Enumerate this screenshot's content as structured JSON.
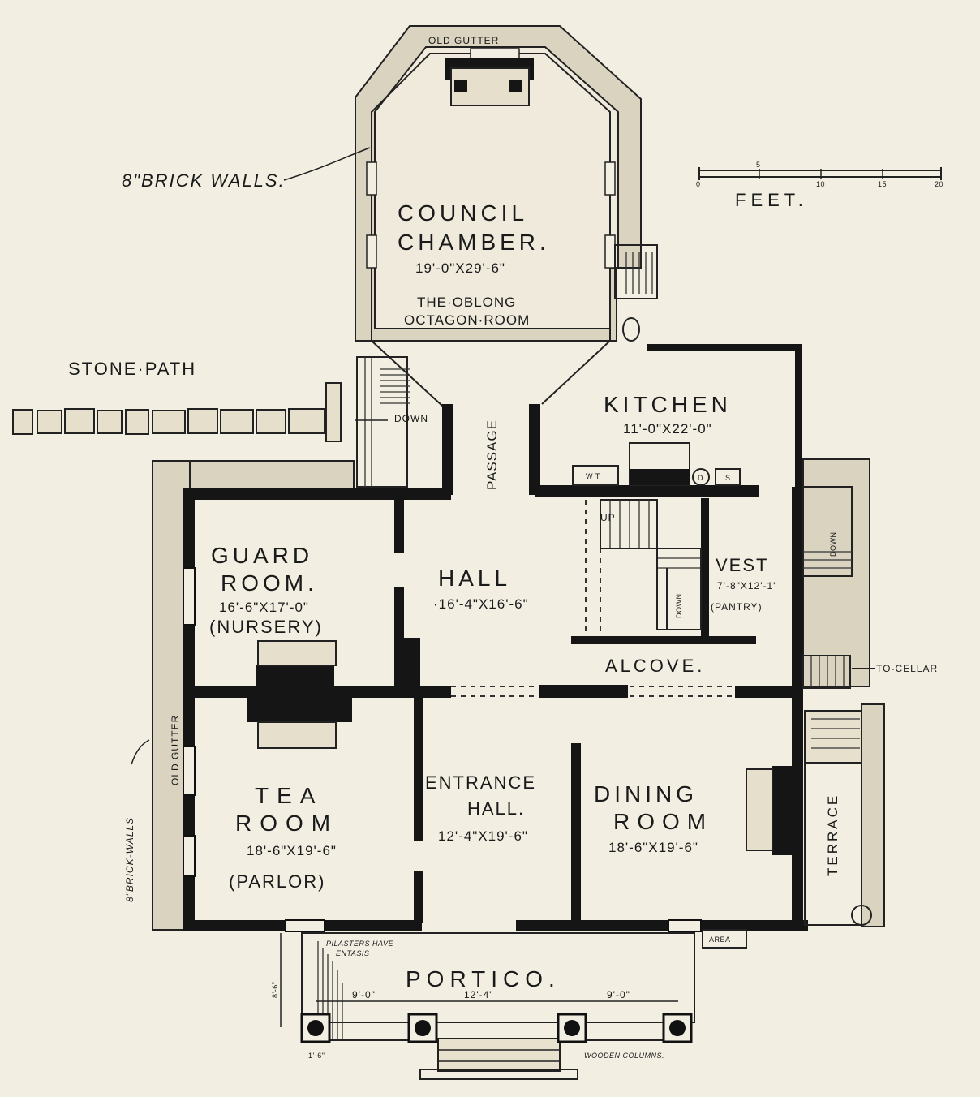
{
  "rooms": {
    "council_chamber": {
      "name_1": "COUNCIL",
      "name_2": "CHAMBER.",
      "dims": "19'-0\"X29'-6\"",
      "note_1": "THE·OBLONG",
      "note_2": "OCTAGON·ROOM"
    },
    "kitchen": {
      "name": "KITCHEN",
      "dims": "11'-0\"X22'-0\""
    },
    "guard_room": {
      "name_1": "GUARD",
      "name_2": "ROOM.",
      "dims": "16'-6\"X17'-0\"",
      "note": "(NURSERY)"
    },
    "hall": {
      "name": "HALL",
      "dims": "·16'-4\"X16'-6\""
    },
    "vest": {
      "name": "VEST",
      "dims": "7'-8\"X12'-1\"",
      "note": "(PANTRY)"
    },
    "alcove": {
      "name": "ALCOVE."
    },
    "tea_room": {
      "name_1": "TEA",
      "name_2": "ROOM",
      "dims": "18'-6\"X19'-6\"",
      "note": "(PARLOR)"
    },
    "entrance_hall": {
      "name_1": "ENTRANCE",
      "name_2": "HALL.",
      "dims": "12'-4\"X19'-6\""
    },
    "dining_room": {
      "name_1": "DINING",
      "name_2": "ROOM",
      "dims": "18'-6\"X19'-6\""
    },
    "portico": {
      "name": "PORTICO."
    },
    "passage": {
      "name": "PASSAGE"
    },
    "terrace": {
      "name": "TERRACE"
    }
  },
  "annotations": {
    "brick_walls_top": "8\"BRICK WALLS.",
    "brick_walls_left": "8\"BRICK-WALLS",
    "old_gutter_top": "OLD GUTTER",
    "old_gutter_left": "OLD GUTTER",
    "stone_path": "STONE·PATH",
    "down_1": "DOWN",
    "down_2": "DOWN",
    "down_3": "DOWN",
    "up": "UP",
    "to_cellar": "TO-CELLAR",
    "area": "AREA",
    "pilasters": "PILASTERS HAVE",
    "entasis": "ENTASIS",
    "wooden_columns": "WOODEN COLUMNS.",
    "portico_dims": [
      "9'-0\"",
      "12'-4\"",
      "9'-0\""
    ],
    "portico_depth": "8'-6\"",
    "column_size": "1'-6\"",
    "fixtures": {
      "wt": "W T",
      "d": "D",
      "s": "S"
    }
  },
  "scale": {
    "label": "FEET.",
    "ticks": [
      "0",
      "5",
      "10",
      "15",
      "20"
    ]
  }
}
